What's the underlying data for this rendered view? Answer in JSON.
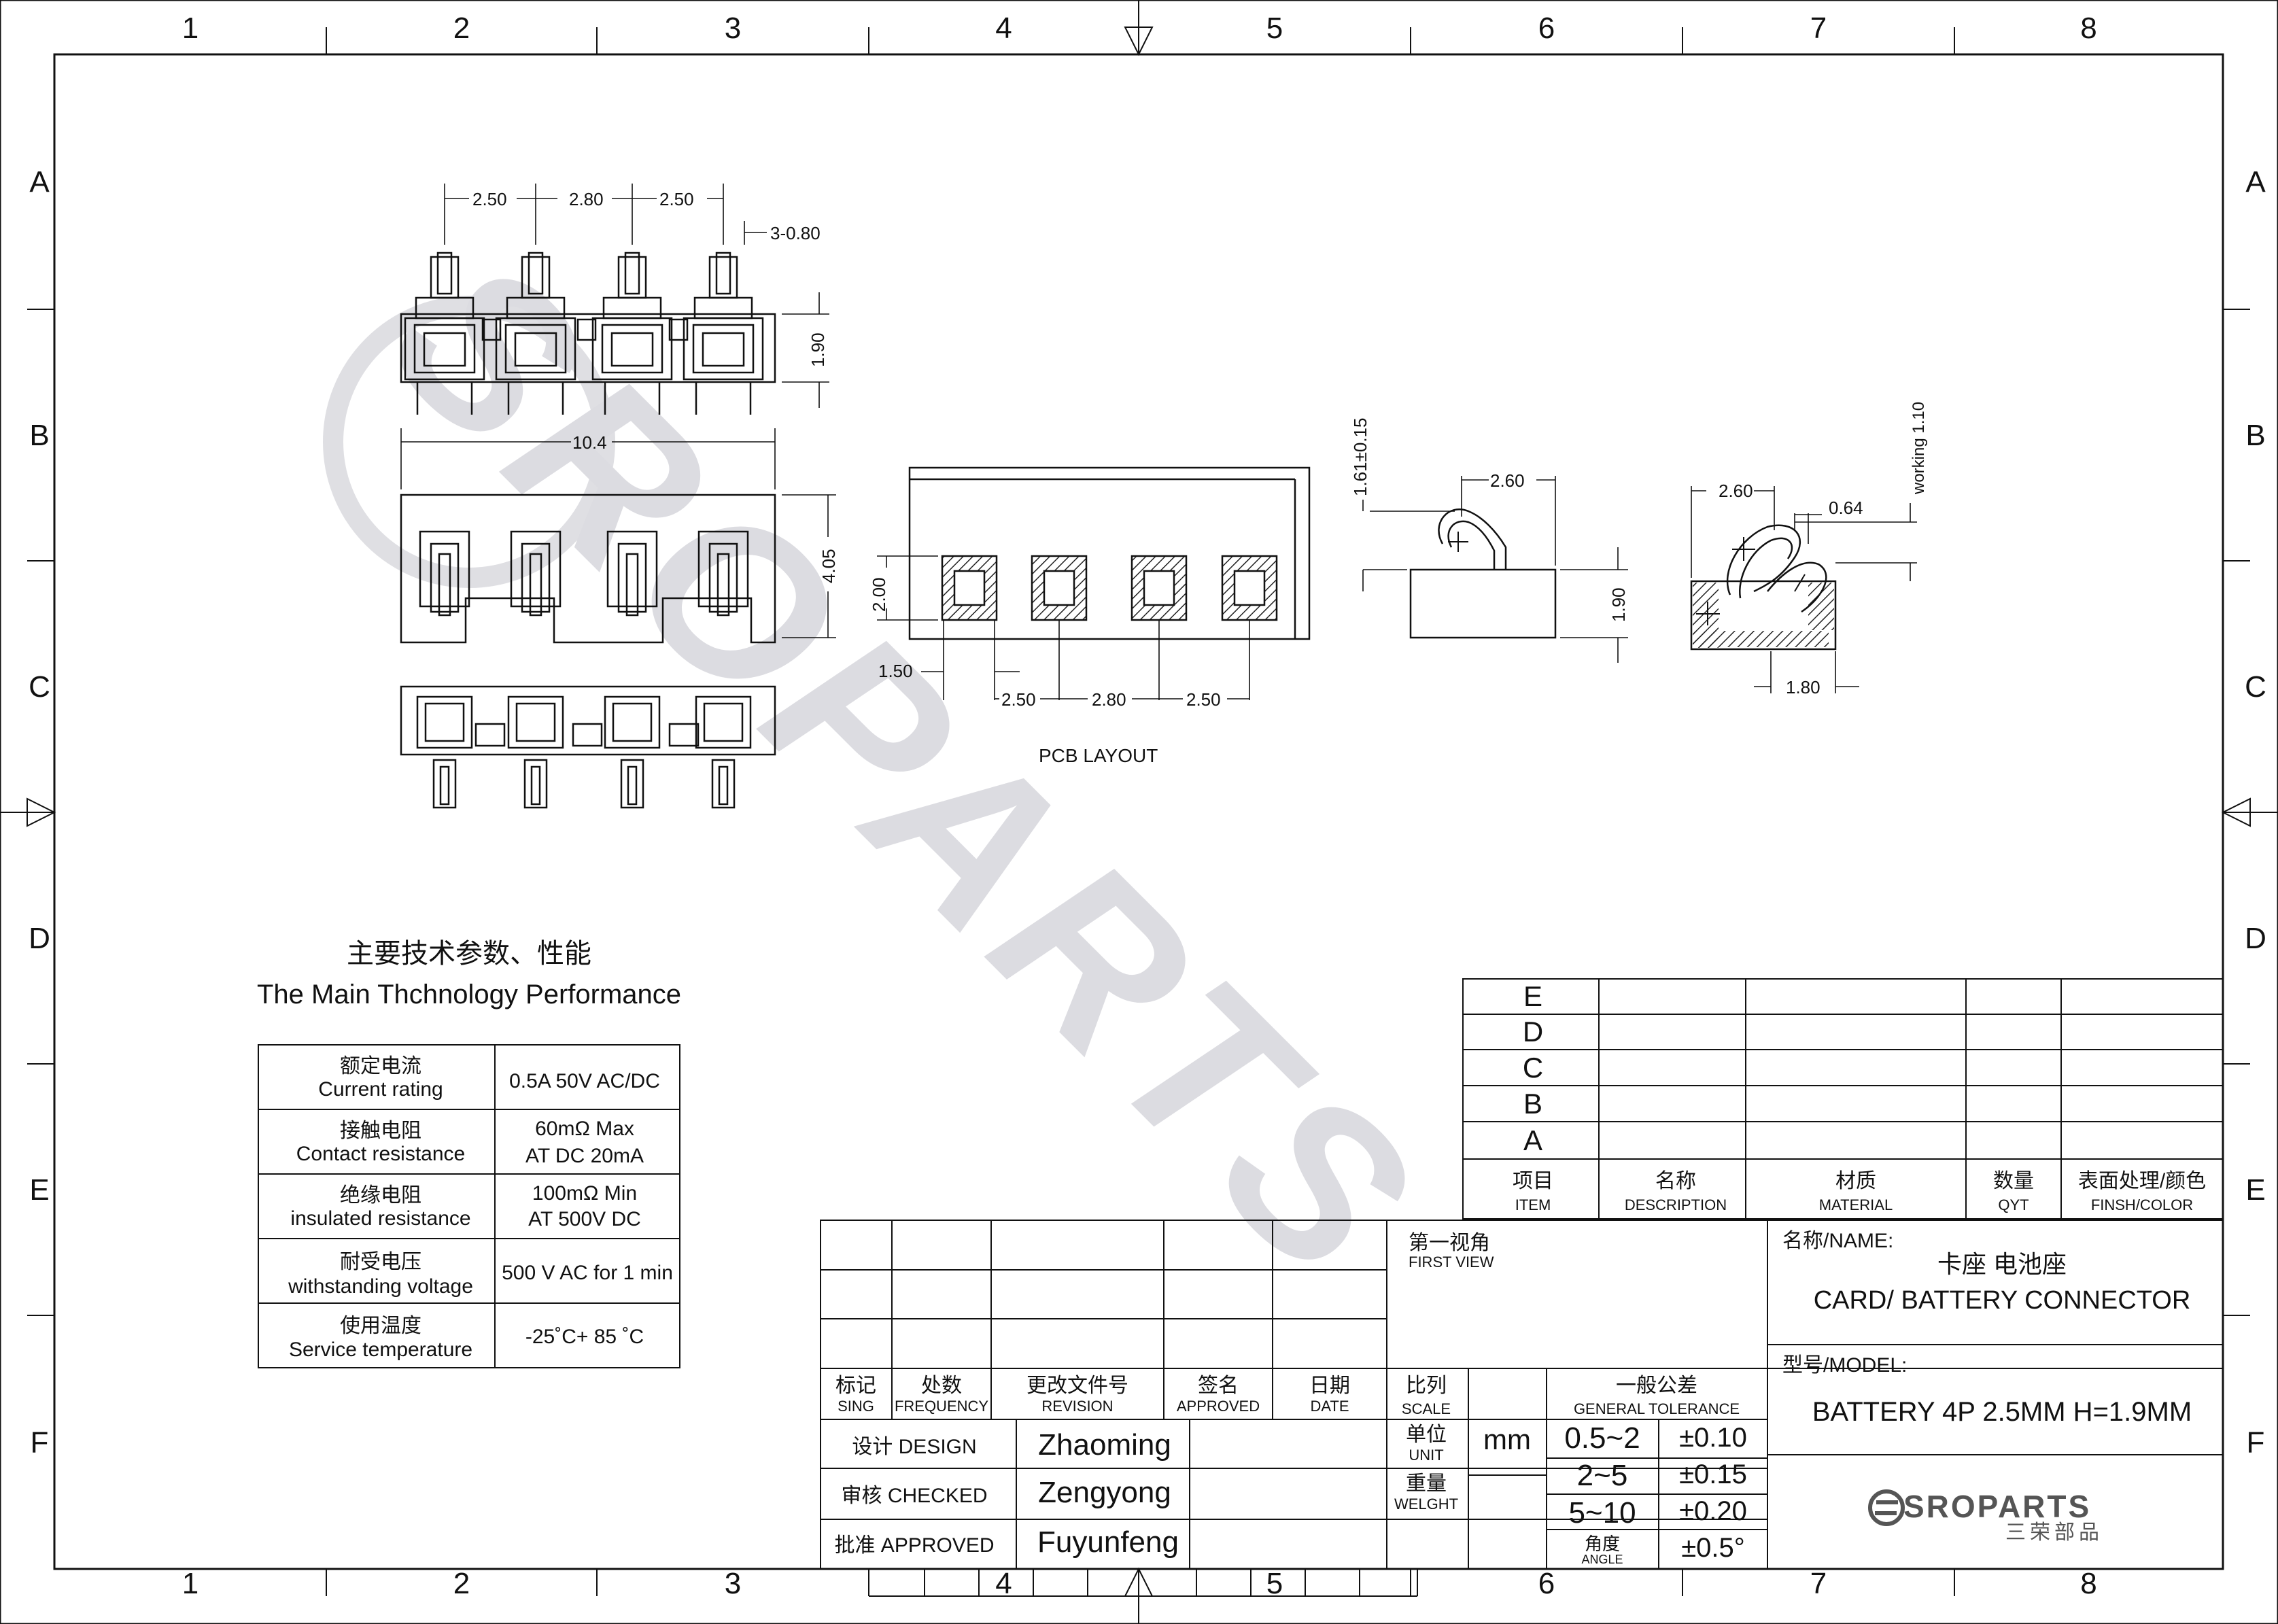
{
  "frame": {
    "columns": [
      "1",
      "2",
      "3",
      "4",
      "5",
      "6",
      "7",
      "8"
    ],
    "rows": [
      "A",
      "B",
      "C",
      "D",
      "E",
      "F"
    ]
  },
  "watermark": {
    "text": "SROPARTS"
  },
  "top_view": {
    "dims": {
      "pitch_a": "2.50",
      "pitch_b": "2.80",
      "pitch_c": "2.50",
      "pin_width": "3-0.80",
      "height": "1.90"
    }
  },
  "front_view": {
    "dims": {
      "length": "10.4",
      "height": "4.05"
    }
  },
  "pcb_layout": {
    "title": "PCB LAYOUT",
    "dims": {
      "edge": "1.50",
      "pad_height": "2.00",
      "pitch_a": "2.50",
      "pitch_b": "2.80",
      "pitch_c": "2.50"
    }
  },
  "side_view_1": {
    "dims": {
      "top_height": "1.61±0.15",
      "width": "2.60",
      "height": "1.90"
    }
  },
  "side_view_2": {
    "dims": {
      "width": "2.60",
      "offset": "0.64",
      "working": "working 1.10",
      "base": "1.80"
    }
  },
  "performance": {
    "title_cn": "主要技术参数、性能",
    "title_en": "The Main Thchnology Performance",
    "rows": [
      {
        "cn": "额定电流",
        "en": "Current rating",
        "value": [
          "0.5A 50V AC/DC"
        ]
      },
      {
        "cn": "接触电阻",
        "en": "Contact resistance",
        "value": [
          "60mΩ  Max",
          "AT DC 20mA"
        ]
      },
      {
        "cn": "绝缘电阻",
        "en": "insulated resistance",
        "value": [
          "100mΩ  Min",
          "AT 500V DC"
        ]
      },
      {
        "cn": "耐受电压",
        "en": "withstanding voltage",
        "value": [
          "500 V AC for 1 min"
        ]
      },
      {
        "cn": "使用温度",
        "en": "Service temperature",
        "value": [
          "-25˚C+ 85 ˚C"
        ]
      }
    ]
  },
  "bom": {
    "rows": [
      "E",
      "D",
      "C",
      "B",
      "A"
    ],
    "headers": [
      {
        "cn": "项目",
        "en": "ITEM"
      },
      {
        "cn": "名称",
        "en": "DESCRIPTION"
      },
      {
        "cn": "材质",
        "en": "MATERIAL"
      },
      {
        "cn": "数量",
        "en": "QYT"
      },
      {
        "cn": "表面处理/颜色",
        "en": "FINSH/COLOR"
      }
    ]
  },
  "revision": {
    "headers": [
      {
        "cn": "标记",
        "en": "SING"
      },
      {
        "cn": "处数",
        "en": "FREQUENCY"
      },
      {
        "cn": "更改文件号",
        "en": "REVISION"
      },
      {
        "cn": "签名",
        "en": "APPROVED"
      },
      {
        "cn": "日期",
        "en": "DATE"
      }
    ]
  },
  "signoff": {
    "design_label": "设计 DESIGN",
    "design_name": "Zhaoming",
    "checked_label": "审核 CHECKED",
    "checked_name": "Zengyong",
    "approved_label": "批准 APPROVED",
    "approved_name": "Fuyunfeng"
  },
  "view": {
    "cn": "第一视角",
    "en": "FIRST VIEW"
  },
  "scale": {
    "cn": "比列",
    "en": "SCALE"
  },
  "unit": {
    "cn": "单位",
    "en": "UNIT",
    "value": "mm"
  },
  "weight": {
    "cn": "重量",
    "en": "WELGHT"
  },
  "tolerance": {
    "cn": "一般公差",
    "en": "GENERAL TOLERANCE",
    "rows": [
      {
        "range": "0.5~2",
        "tol": "±0.10"
      },
      {
        "range": "2~5",
        "tol": "±0.15"
      },
      {
        "range": "5~10",
        "tol": "±0.20"
      }
    ],
    "angle_cn": "角度",
    "angle_en": "ANGLE",
    "angle_tol": "±0.5°"
  },
  "title_block": {
    "name_label": "名称/NAME:",
    "name_cn": "卡座 电池座",
    "name_en": "CARD/ BATTERY CONNECTOR",
    "model_label": "型号/MODEL:",
    "model": "BATTERY 4P 2.5MM H=1.9MM",
    "logo_text": "SROPARTS",
    "logo_cn": "三荣部品"
  }
}
